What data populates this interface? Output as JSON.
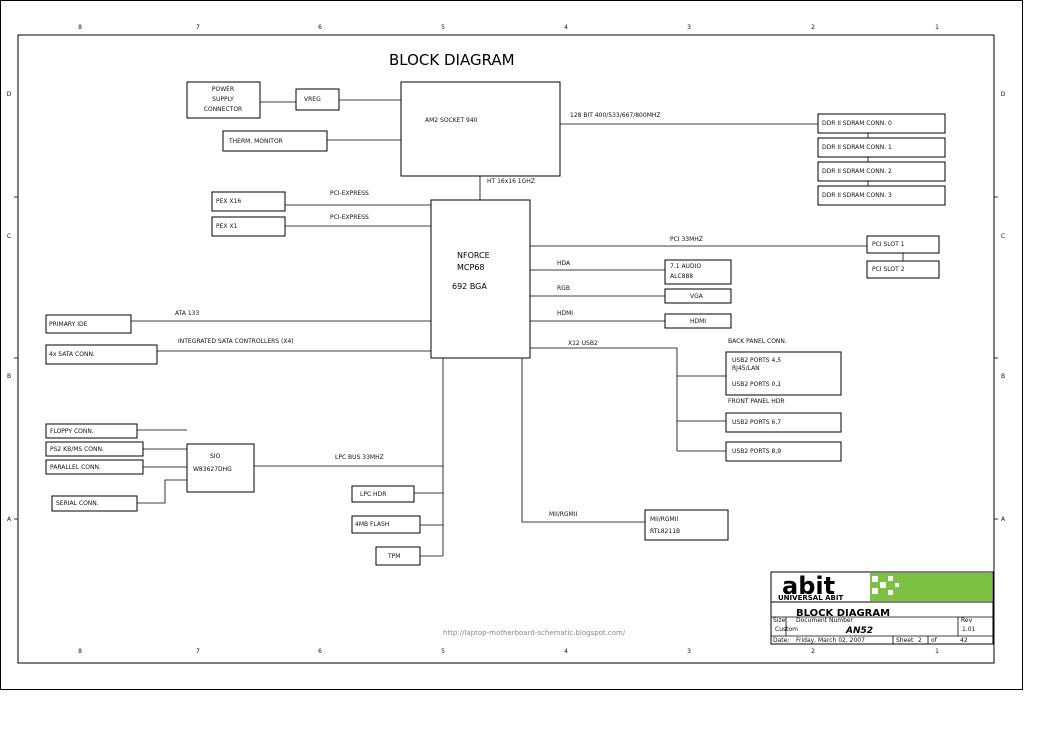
{
  "title": "BLOCK DIAGRAM",
  "blocks": {
    "power": [
      "POWER",
      "SUPPLY",
      "CONNECTOR"
    ],
    "vreg": "VREG",
    "thermal": "THERM. MONITOR",
    "cpu": "AM2 SOCKET 940",
    "ddr0": "DDR II SDRAM CONN. 0",
    "ddr1": "DDR II SDRAM CONN. 1",
    "ddr2": "DDR II SDRAM CONN. 2",
    "ddr3": "DDR II SDRAM CONN. 3",
    "pex16": "PEX X16",
    "pex1": "PEX X1",
    "nforce": [
      "NFORCE",
      "MCP68",
      "692 BGA"
    ],
    "pci1": "PCI SLOT 1",
    "pci2": "PCI SLOT 2",
    "audio": [
      "7.1 AUDIO",
      "ALC888"
    ],
    "vga": "VGA",
    "hdmi": "HDMI",
    "ide": "PRIMARY IDE",
    "sata": "4x SATA CONN.",
    "usb_back1": [
      "USB2 PORTS 4,5",
      "RJ45/LAN"
    ],
    "usb_back2": "USB2 PORTS 0,1",
    "usb_front1": "USB2 PORTS 6,7",
    "usb_front2": "USB2 PORTS 8,9",
    "floppy": "FLOPPY CONN.",
    "ps2": "PS2 KB/MS CONN.",
    "parallel": "PARALLEL CONN.",
    "serial": "SERIAL CONN.",
    "sio": [
      "SIO",
      "W83627DHG"
    ],
    "lpc_hdr": "LPC HDR",
    "bios": "4MB FLASH",
    "tpm": "TPM",
    "rgmii": [
      "MII/RGMII",
      "RTL8211B"
    ]
  },
  "buses": {
    "ddr": "128 BIT 400/533/667/800MHZ",
    "ht": "HT 16x16 1GHZ",
    "pex16": "PCI-EXPRESS",
    "pex1": "PCI-EXPRESS",
    "pci": "PCI 33MHZ",
    "hda": "HDA",
    "rgb": "RGB",
    "hdmi": "HDMI",
    "ata": "ATA 133",
    "sata": "INTEGRATED SATA CONTROLLERS (X4)",
    "usb": "X12 USB2",
    "back_panel": "BACK PANEL CONN.",
    "front_panel": "FRONT PANEL HDR",
    "lpc": "LPC BUS 33MHZ",
    "mii": "MII/RGMII"
  },
  "title_block": {
    "logo": "abit",
    "logo_sub": "UNIVERSAL ABIT",
    "title": "BLOCK DIAGRAM",
    "size_label": "Size",
    "size_value": "Custom",
    "doc_label": "Document Number",
    "doc_value": "AN52",
    "rev_label": "Rev",
    "rev_value": "1.01",
    "date_label": "Date:",
    "date_value": "Friday, March 02, 2007",
    "sheet_label": "Sheet",
    "sheet_value": "2",
    "of_label": "of",
    "of_value": "42"
  },
  "watermark": "http://laptop-motherboard-schematic.blogspot.com/",
  "grid_labels": {
    "columns": [
      "8",
      "7",
      "6",
      "5",
      "4",
      "3",
      "2",
      "1"
    ],
    "rows": [
      "D",
      "C",
      "B",
      "A"
    ]
  },
  "colors": {
    "logo_green": "#7cc142",
    "line": "#000000"
  }
}
